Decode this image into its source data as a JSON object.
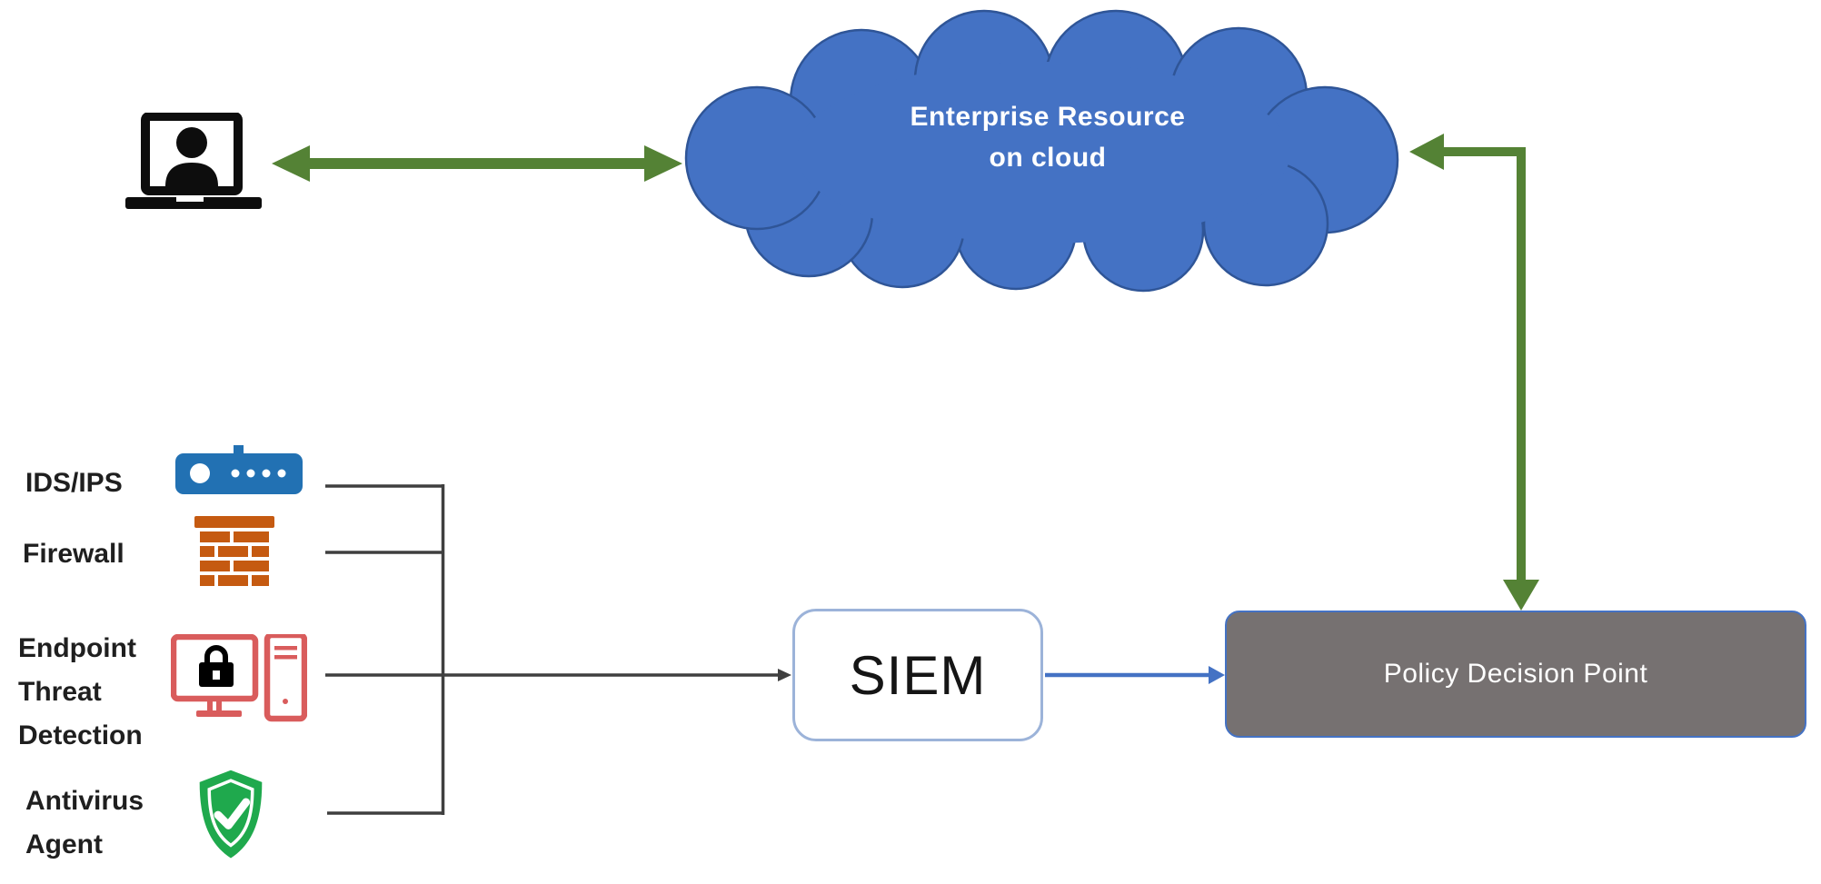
{
  "diagram": {
    "cloud": {
      "label_lines": [
        "Enterprise Resource",
        "on cloud"
      ]
    },
    "siem": {
      "label": "SIEM"
    },
    "pdp": {
      "label": "Policy Decision Point"
    },
    "sources": [
      {
        "id": "ids-ips",
        "lines": [
          "IDS/IPS"
        ]
      },
      {
        "id": "firewall",
        "lines": [
          "Firewall"
        ]
      },
      {
        "id": "endpoint",
        "lines": [
          "Endpoint",
          "Threat",
          "Detection"
        ]
      },
      {
        "id": "antivirus",
        "lines": [
          "Antivirus",
          "Agent"
        ]
      }
    ],
    "icons": [
      "laptop-user-icon",
      "router-icon",
      "firewall-icon",
      "endpoint-monitor-icon",
      "antivirus-shield-icon"
    ],
    "colors": {
      "arrow_green": "#548235",
      "cloud_blue": "#4472C4",
      "cloud_border": "#2F5597",
      "connector_gray": "#3F3F3F",
      "flow_blue": "#4472C4",
      "pdp_gray": "#767171",
      "pdp_border": "#4472C4",
      "siem_border": "#9CB3D9",
      "router_blue": "#2271B3",
      "firewall_orange": "#C55A11",
      "endpoint_red": "#D95C5C",
      "shield_green": "#1FA94D",
      "laptop_black": "#0D0D0D",
      "text_dark": "#1F1F1F",
      "text_white": "#FFFFFF"
    }
  }
}
